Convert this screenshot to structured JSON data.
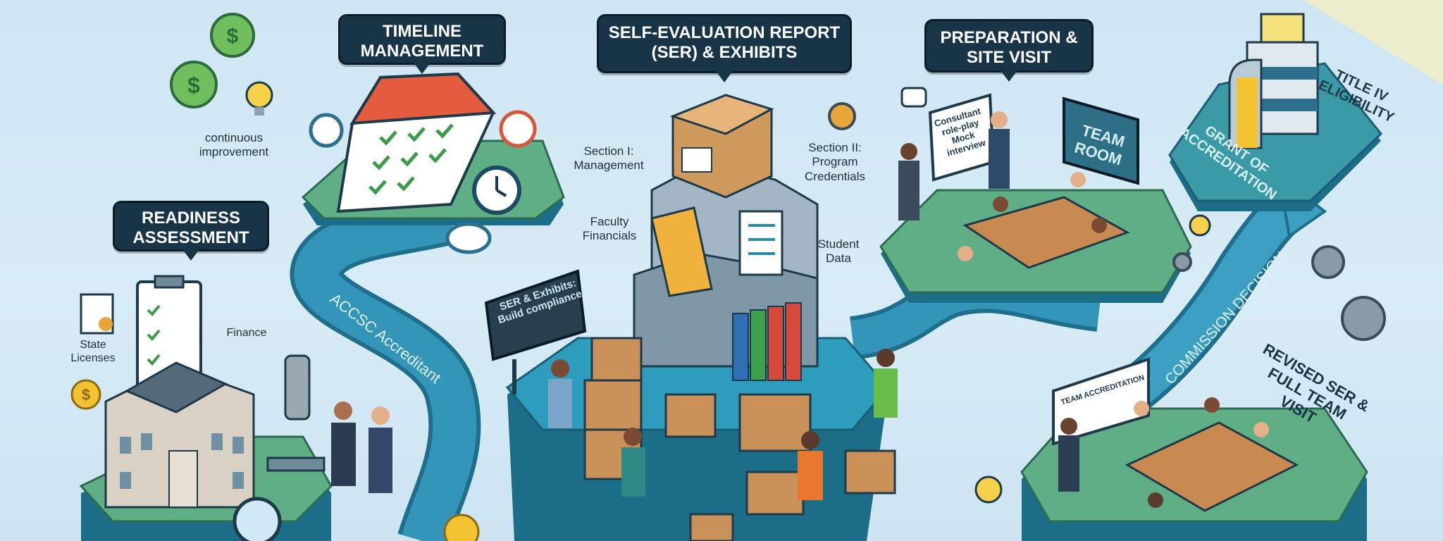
{
  "bubbles": {
    "timeline": "TIMELINE MANAGEMENT",
    "ser": "SELF-EVALUATION REPORT (SER) & EXHIBITS",
    "prep": "PREPARATION & SITE VISIT",
    "readiness": "READINESS ASSESSMENT"
  },
  "labels": {
    "continuous": "continuous improvement",
    "state_licenses": "State Licenses",
    "finance": "Finance",
    "section1": "Section I: Management",
    "section2": "Section II: Program Credentials",
    "faculty_financials": "Faculty Financials",
    "student_data": "Student Data"
  },
  "signs": {
    "ser_sign": "SER & Exhibits: Build compliance!",
    "whiteboard": "Consultant role-play Mock interview",
    "team_room": "TEAM ROOM",
    "presentation": "TEAM ACCREDITATION",
    "grant": "GRANT OF ACCREDITATION",
    "title_iv": "TITLE IV ELIGIBILITY"
  },
  "paths": {
    "accsc": "ACCSC Accreditant",
    "commission": "COMMISSION DECISION",
    "revised": "REVISED SER & FULL TEAM VISIT"
  },
  "colors": {
    "platform_green": "#5fae86",
    "platform_teal": "#2a8aa6",
    "path_blue": "#2e8fb0",
    "bubble": "#183447",
    "gold": "#f2c230"
  }
}
